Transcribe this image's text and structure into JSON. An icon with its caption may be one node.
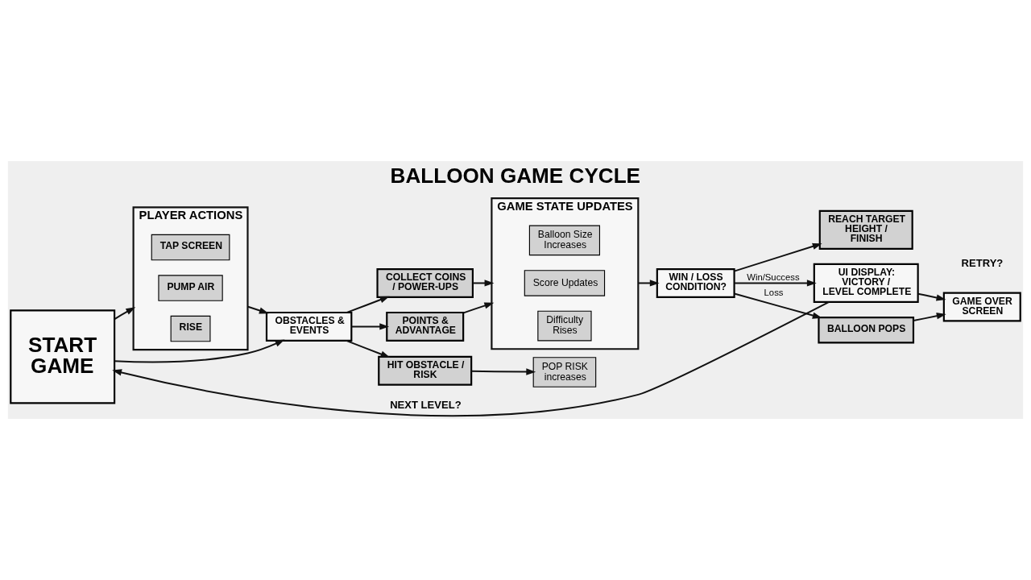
{
  "diagram": {
    "title": "BALLOON GAME CYCLE",
    "nodes": [
      {
        "text": [
          "START GAME"
        ]
      },
      {
        "text": [
          "PLAYER ACTIONS"
        ]
      },
      {
        "text": [
          "TAP SCREEN"
        ],
        "in": 1
      },
      {
        "text": [
          "PUMP AIR"
        ],
        "in": 1
      },
      {
        "text": [
          "RISE"
        ],
        "in": 1
      },
      {
        "text": [
          "OBSTACLES & EVENTS"
        ]
      },
      {
        "text": [
          "COLLECT COINS / POWER-UPS"
        ]
      },
      {
        "text": [
          "POINTS & ADVANTAGE"
        ]
      },
      {
        "text": [
          "HIT OBSTACLE / RISK"
        ]
      },
      {
        "text": [
          "POP RISK increases"
        ]
      },
      {
        "text": [
          "GAME STATE UPDATES"
        ]
      },
      {
        "text": [
          "Balloon Size Increases"
        ],
        "in": 10
      },
      {
        "text": [
          "Score Updates"
        ],
        "in": 10
      },
      {
        "text": [
          "Difficulty Rises"
        ],
        "in": 10
      },
      {
        "text": [
          "WIN / LOSS CONDITION?"
        ]
      },
      {
        "text": [
          "REACH TARGET HEIGHT / FINISH"
        ]
      },
      {
        "text": [
          "UI DISPLAY: VICTORY / LEVEL COMPLETE"
        ]
      },
      {
        "text": [
          "BALLOON POPS"
        ]
      },
      {
        "text": [
          "GAME OVER SCREEN"
        ],
        "beside": [
          "RETRY?"
        ]
      }
    ],
    "edges": [
      {
        "from": 0,
        "to": 1,
        "arrow": "to"
      },
      {
        "from": 0,
        "to": 5,
        "arrow": "to"
      },
      {
        "from": 1,
        "to": 5,
        "arrow": "to"
      },
      {
        "from": 5,
        "to": 6,
        "arrow": "to"
      },
      {
        "from": 5,
        "to": 7,
        "arrow": "to"
      },
      {
        "from": 5,
        "to": 8,
        "arrow": "to"
      },
      {
        "from": 8,
        "to": 9,
        "arrow": "to"
      },
      {
        "from": 6,
        "to": 10,
        "arrow": "to"
      },
      {
        "from": 7,
        "to": 10,
        "arrow": "to"
      },
      {
        "from": 10,
        "to": 14,
        "arrow": "to"
      },
      {
        "from": 14,
        "to": 15,
        "arrow": "to"
      },
      {
        "from": 14,
        "to": 16,
        "label": "Win/Success",
        "arrow": "to"
      },
      {
        "from": 14,
        "to": 17,
        "label": "Loss",
        "arrow": "to"
      },
      {
        "from": 17,
        "to": 18,
        "arrow": "to"
      },
      {
        "from": 16,
        "to": 18,
        "arrow": "to"
      },
      {
        "from": 16,
        "to": 0,
        "label": "NEXT LEVEL?",
        "arrow": "to"
      }
    ]
  }
}
